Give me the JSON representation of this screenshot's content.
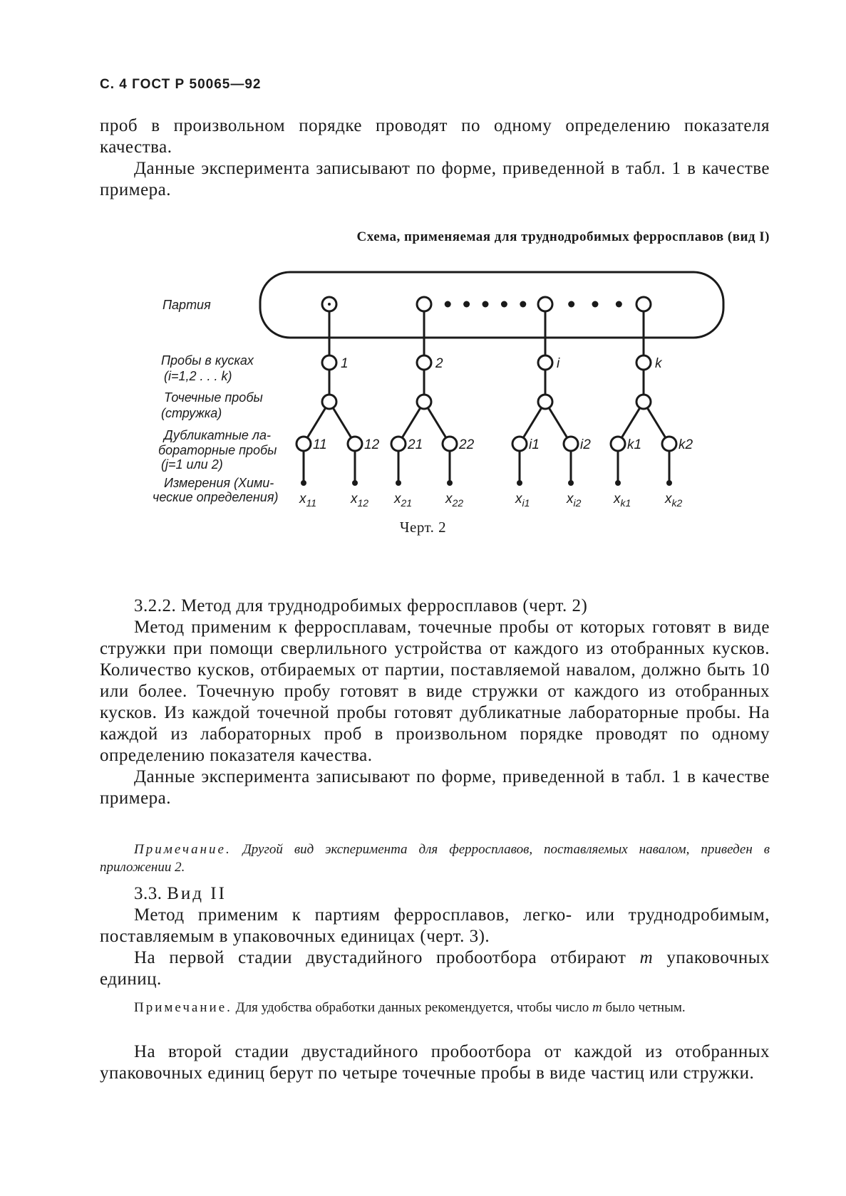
{
  "header": "С. 4 ГОСТ Р 50065—92",
  "intro_paragraph_1": "проб в произвольном порядке проводят по одному определению показателя качества.",
  "intro_paragraph_2": "Данные эксперимента записывают по форме, приведенной в табл. 1 в качестве примера.",
  "scheme_title": "Схема, применяемая для труднодробимых ферросплавов (вид I)",
  "diagram": {
    "row_labels": {
      "lot": "Партия",
      "lump_samples": [
        "Пробы в кусках",
        "(i=1,2 . . . k)"
      ],
      "increments": [
        "Точечные пробы",
        "(стружка)"
      ],
      "duplicate_samples": [
        "Дубликатные ла-",
        "бораторные пробы",
        "(j=1 или 2)"
      ],
      "measurements": [
        "Измерения (Хими-",
        "ческие определения)"
      ]
    },
    "branches": [
      {
        "lump": "1",
        "lab": [
          "11",
          "12"
        ],
        "x_sub": [
          "11",
          "12"
        ]
      },
      {
        "lump": "2",
        "lab": [
          "21",
          "22"
        ],
        "x_sub": [
          "21",
          "22"
        ]
      },
      {
        "lump": "i",
        "lab": [
          "i1",
          "i2"
        ],
        "x_sub": [
          "i1",
          "i2"
        ]
      },
      {
        "lump": "k",
        "lab": [
          "k1",
          "k2"
        ],
        "x_sub": [
          "k1",
          "k2"
        ]
      }
    ],
    "x_symbol": "x"
  },
  "figure_caption": "Черт. 2",
  "section_322": {
    "heading": "3.2.2. Метод для труднодробимых ферросплавов (черт. 2)",
    "body": "Метод применим к ферросплавам, точечные пробы от которых готовят в виде стружки при помощи сверлильного устройства от каждого из отобранных кусков. Количество кусков, отбираемых от партии, поставляемой навалом, должно быть 10 или более. Точечную пробу готовят в виде стружки от каждого из отобранных кусков. Из каждой точечной пробы готовят дубликатные лабораторные пробы. На каждой из лабораторных проб в произвольном порядке проводят по одному определению показателя качества.",
    "data_note": "Данные эксперимента записывают по форме, приведенной в табл. 1 в качестве примера."
  },
  "note_1": {
    "label": "Примечание.",
    "text": "Другой вид эксперимента для ферросплавов, поставляемых навалом, приведен в приложении 2."
  },
  "section_33": {
    "number": "3.3.",
    "title": "Вид II",
    "para_1": "Метод применим к партиям ферросплавов, легко- или труднодробимым, поставляемым в упаковочных единицах (черт. 3).",
    "para_2_before": "На первой стадии двустадийного пробоотбора отбирают ",
    "para_2_var": "m",
    "para_2_after": " упаковочных единиц."
  },
  "note_2": {
    "label": "Примечание.",
    "text_before": "Для удобства обработки данных рекомендуется, чтобы число ",
    "var": "m",
    "text_after": " было четным."
  },
  "final_paragraph": "На второй стадии двустадийного пробоотбора от каждой из отобранных упаковочных единиц берут по четыре точечные пробы в виде частиц или стружки."
}
